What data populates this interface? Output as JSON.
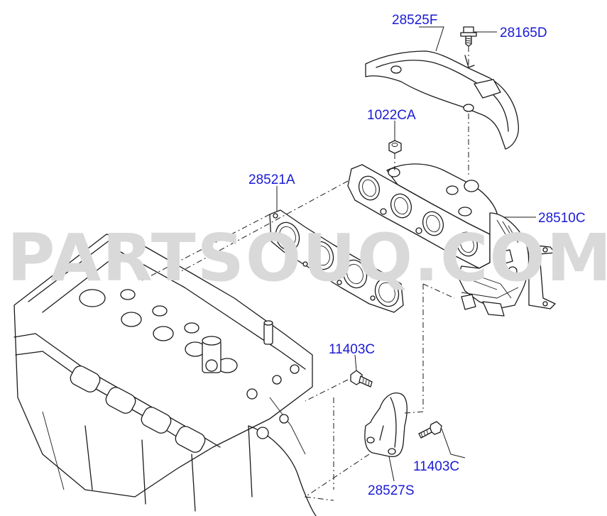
{
  "watermark": "PARTSOUQ.COM",
  "labels": {
    "p28525F": "28525F",
    "p28165D": "28165D",
    "p1022CA": "1022CA",
    "p28521A": "28521A",
    "p28510C": "28510C",
    "p11403C_top": "11403C",
    "p11403C_bottom": "11403C",
    "p28527S": "28527S"
  },
  "colors": {
    "label": "#1a1ad6",
    "watermark": "#d9d9d9",
    "line": "#1a1a1a"
  }
}
